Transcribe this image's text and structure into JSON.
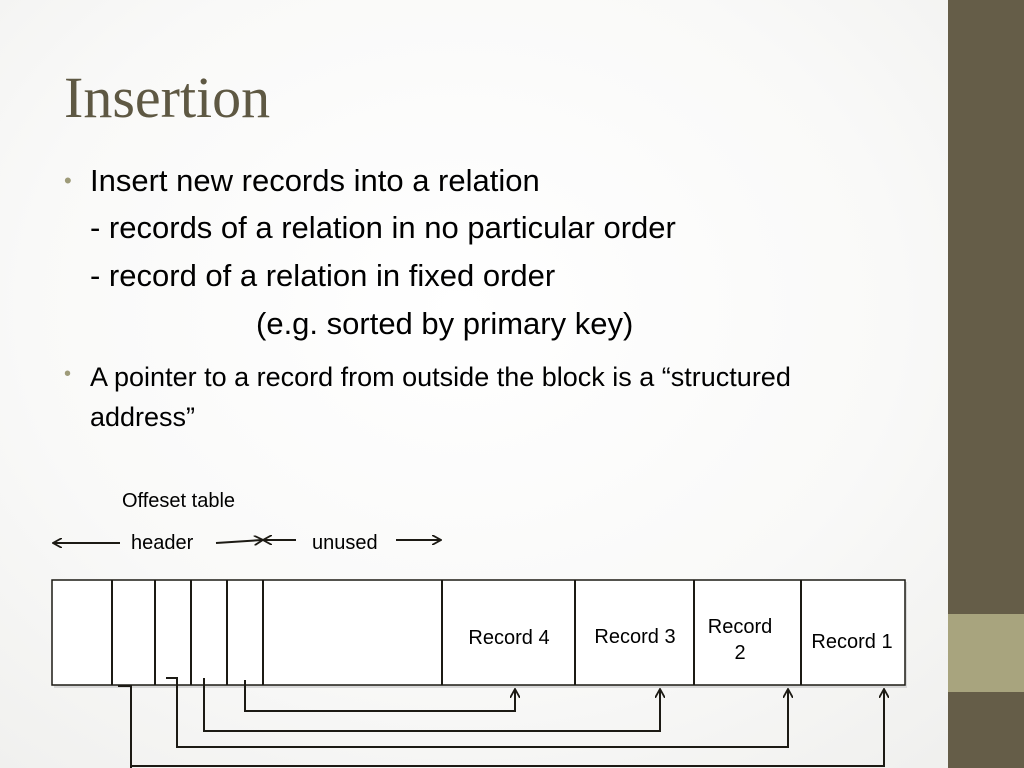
{
  "slide": {
    "title": "Insertion",
    "bullets": [
      {
        "text": "Insert new records into a relation",
        "sub": [
          "- records of a relation in no particular order",
          "- record of a relation in fixed order",
          "(e.g. sorted by primary key)"
        ]
      },
      {
        "text": "A pointer to a record from outside the block is a “structured",
        "cont": "address”"
      }
    ]
  },
  "diagram": {
    "offset_table_label": "Offeset table",
    "header_label": "header",
    "unused_label": "unused",
    "records": [
      "Record 4",
      "Record 3",
      "Record 2",
      "Record 1"
    ]
  },
  "colors": {
    "title": "#5e5843",
    "sidebar": "#655d48",
    "sidebar_accent": "#a8a47e",
    "bullet": "#9e9b79"
  }
}
